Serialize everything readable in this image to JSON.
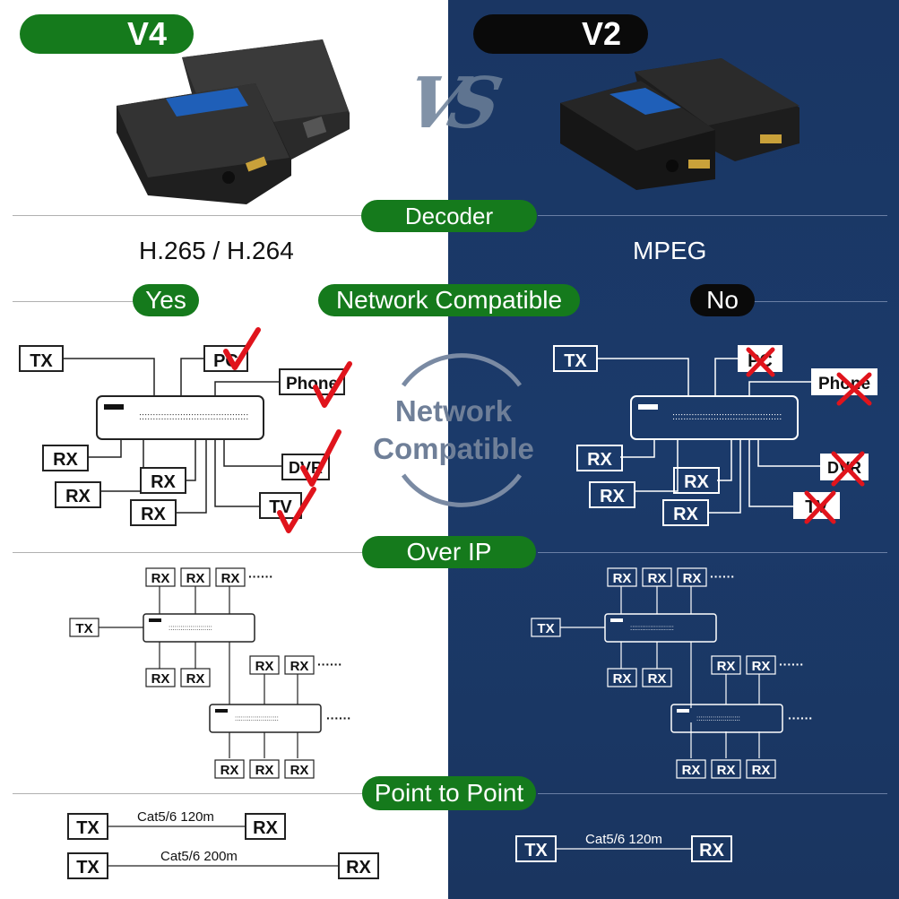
{
  "header": {
    "left_version": "V4",
    "right_version": "V2",
    "vs": "VS"
  },
  "sections": {
    "decoder": "Decoder",
    "network": "Network Compatible",
    "over_ip": "Over IP",
    "point_to_point": "Point to Point"
  },
  "decoder_values": {
    "v4": "H.265 / H.264",
    "v2": "MPEG"
  },
  "network_values": {
    "v4": "Yes",
    "v2": "No"
  },
  "center_badge": {
    "line1": "Network",
    "line2": "Compatible"
  },
  "labels": {
    "tx": "TX",
    "rx": "RX",
    "pc": "PC",
    "phone": "Phone",
    "dvr": "DVR",
    "tv": "TV",
    "dots": "······"
  },
  "p2p": {
    "v4_short": "Cat5/6 120m",
    "v4_long": "Cat5/6 200m",
    "v2": "Cat5/6 120m"
  },
  "colors": {
    "green": "#157a1c",
    "blue_bg": "#1a3663",
    "check_red": "#e0141c"
  }
}
